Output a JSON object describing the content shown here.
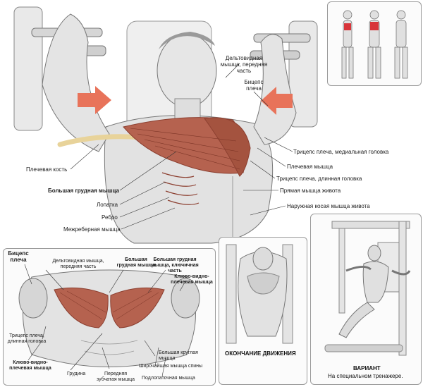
{
  "main_labels": {
    "deltoid_front": "Дельтовидная мышца, передняя часть",
    "biceps": "Бицепс плеча",
    "triceps_medial": "Трицепс плеча, медиальная головка",
    "brachialis": "Плечевая мышца",
    "humerus": "Плечевая кость",
    "triceps_long": "Трицепс плеча, длинная головка",
    "rectus_abdominis": "Прямая мышца живота",
    "pectoralis_major": "Большая грудная мышца",
    "scapula": "Лопатка",
    "rib": "Ребро",
    "external_oblique": "Наружная косая мышца живота",
    "intercostal": "Межреберная мышца"
  },
  "inset_labels": {
    "biceps": "Бицепс плеча",
    "deltoid_front": "Дельтовидная мышца, передняя часть",
    "pectoralis_major": "Большая грудная мышца",
    "pectoralis_clavicular": "Большая грудная мышца, ключичная часть",
    "coracobrachialis_right": "Клюво-видно-плечевая мышца",
    "coracobrachialis_left": "Клюво-видно-плечевая мышца",
    "triceps_long": "Трицепс плеча, длинная головка",
    "teres_major": "Большая круглая мышца",
    "latissimus": "Широчайшая мышца спины",
    "serratus_anterior": "Передняя зубчатая мышца",
    "sternum": "Грудина",
    "subscapularis": "Подлопаточная мышца"
  },
  "captions": {
    "end_of_movement": "ОКОНЧАНИЕ ДВИЖЕНИЯ",
    "variant_title": "ВАРИАНТ",
    "variant_sub": "На специальном тренажере."
  },
  "colors": {
    "muscle": "#b5624f",
    "muscle_dark": "#8c3f30",
    "arrow": "#e8735a",
    "highlight": "#d8353a",
    "bone": "#e8d39a",
    "skin": "#dcdcdc"
  }
}
